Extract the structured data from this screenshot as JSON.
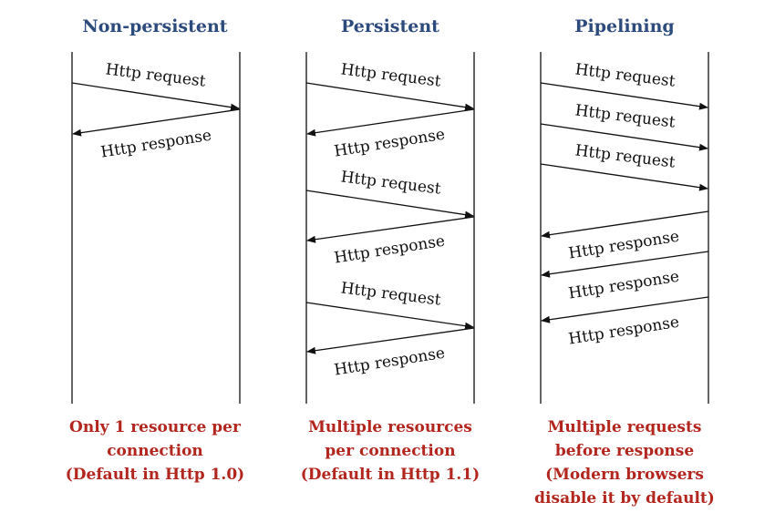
{
  "columns": [
    {
      "title": "Non-persistent",
      "caption": [
        "Only 1 resource per",
        "connection",
        "(Default in Http 1.0)"
      ],
      "messages": [
        {
          "dir": "request",
          "label": "Http request"
        },
        {
          "dir": "response",
          "label": "Http response"
        }
      ]
    },
    {
      "title": "Persistent",
      "caption": [
        "Multiple resources",
        "per connection",
        "(Default in Http 1.1)"
      ],
      "messages": [
        {
          "dir": "request",
          "label": "Http request"
        },
        {
          "dir": "response",
          "label": "Http response"
        },
        {
          "dir": "request",
          "label": "Http request"
        },
        {
          "dir": "response",
          "label": "Http response"
        },
        {
          "dir": "request",
          "label": "Http request"
        },
        {
          "dir": "response",
          "label": "Http response"
        }
      ]
    },
    {
      "title": "Pipelining",
      "caption": [
        "Multiple requests",
        "before response",
        "(Modern browsers",
        "disable it by default)"
      ],
      "messages": [
        {
          "dir": "request",
          "label": "Http request"
        },
        {
          "dir": "request",
          "label": "Http request"
        },
        {
          "dir": "request",
          "label": "Http request"
        },
        {
          "dir": "response",
          "label": "Http response"
        },
        {
          "dir": "response",
          "label": "Http response"
        },
        {
          "dir": "response",
          "label": "Http response"
        }
      ]
    }
  ]
}
